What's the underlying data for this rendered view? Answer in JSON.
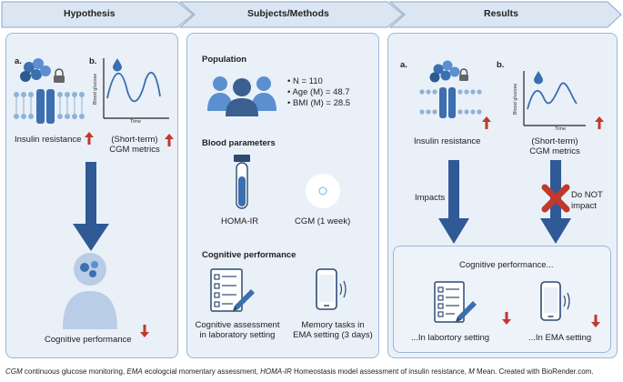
{
  "header": {
    "hypothesis": "Hypothesis",
    "methods": "Subjects/Methods",
    "results": "Results"
  },
  "hypothesis": {
    "label_a": "a.",
    "label_b": "b.",
    "insulin_resistance": "Insulin resistance",
    "cgm_line1": "(Short-term)",
    "cgm_line2": "CGM metrics",
    "chart_ylabel": "Blood glucose",
    "chart_xlabel": "Time",
    "cognitive_performance": "Cognitive performance"
  },
  "methods": {
    "population_title": "Population",
    "population_items": [
      "N = 110",
      "Age (M) = 48.7",
      "BMI (M) = 28.5"
    ],
    "blood_title": "Blood parameters",
    "homa_ir": "HOMA-IR",
    "cgm": "CGM (1 week)",
    "cognitive_title": "Cognitive performance",
    "lab_line1": "Cognitive assessment",
    "lab_line2": "in laboratory setting",
    "ema_line1": "Memory tasks in",
    "ema_line2": "EMA setting (3 days)"
  },
  "results": {
    "label_a": "a.",
    "label_b": "b.",
    "insulin_resistance": "Insulin resistance",
    "cgm_line1": "(Short-term)",
    "cgm_line2": "CGM metrics",
    "chart_ylabel": "Blood glucose",
    "chart_xlabel": "Time",
    "impacts": "Impacts",
    "do_not_line1": "Do NOT",
    "do_not_line2": "impact",
    "cognitive_title": "Cognitive performance...",
    "lab_setting": "...In labortory setting",
    "ema_setting": "...In EMA setting"
  },
  "footer": {
    "cgm_abbr": "CGM",
    "cgm_def": " continuous glucose monitoring, ",
    "ema_abbr": "EMA",
    "ema_def": " ecologcial momentary assessment, ",
    "homa_abbr": "HOMA-IR",
    "homa_def": " Homeostasis model assessment of insulin resistance, ",
    "m_abbr": "M",
    "m_def": " Mean. Created with BioRender.com."
  },
  "colors": {
    "panel_fill": "#e9f0f8",
    "panel_border": "#9bb8d8",
    "arrow_blue": "#2f5a96",
    "up_down_red": "#c0392b",
    "icon_blue": "#3b6fb0",
    "header_fill": "#dce6f2"
  },
  "icons": [
    "glucose-molecules-icon",
    "lock-icon",
    "membrane-receptor-icon",
    "blood-drop-icon",
    "brain-gears-icon",
    "people-group-icon",
    "test-tube-icon",
    "cgm-sensor-icon",
    "checklist-clipboard-icon",
    "smartphone-icon",
    "red-x-icon"
  ]
}
